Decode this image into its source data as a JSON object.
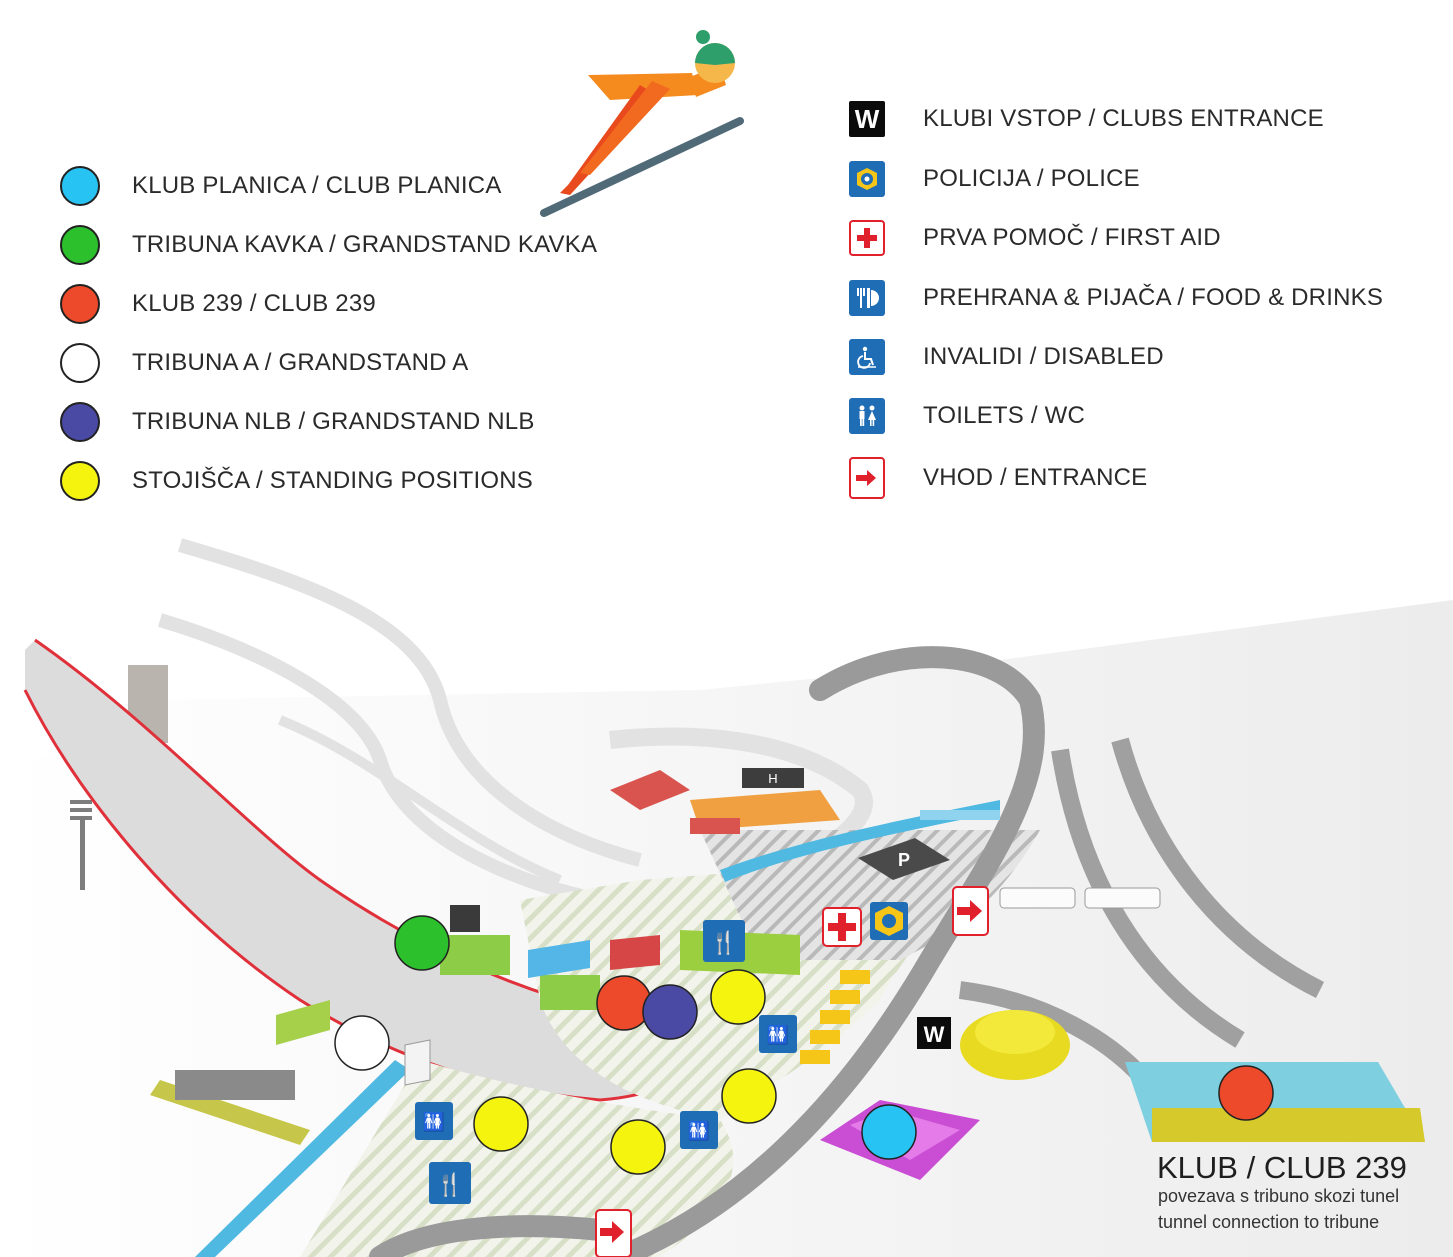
{
  "legend_left": [
    {
      "label": "KLUB PLANICA / CLUB PLANICA",
      "color": "#27c3f3"
    },
    {
      "label": "TRIBUNA KAVKA / GRANDSTAND KAVKA",
      "color": "#2cc12c"
    },
    {
      "label": "KLUB 239 / CLUB 239",
      "color": "#ec4a2a"
    },
    {
      "label": "TRIBUNA A / GRANDSTAND A",
      "color": "#ffffff"
    },
    {
      "label": "TRIBUNA NLB / GRANDSTAND NLB",
      "color": "#4a4aa5"
    },
    {
      "label": "STOJIŠČA / STANDING POSITIONS",
      "color": "#f4f40e"
    }
  ],
  "legend_right": [
    {
      "label": "KLUBI VSTOP / CLUBS ENTRANCE",
      "icon": "clubs-entrance-icon",
      "symbol": "W"
    },
    {
      "label": "POLICIJA / POLICE",
      "icon": "police-icon"
    },
    {
      "label": "PRVA POMOČ / FIRST AID",
      "icon": "first-aid-icon"
    },
    {
      "label": "PREHRANA & PIJAČA / FOOD & DRINKS",
      "icon": "food-drinks-icon"
    },
    {
      "label": "INVALIDI / DISABLED",
      "icon": "disabled-icon"
    },
    {
      "label": "TOILETS / WC",
      "icon": "toilets-icon"
    },
    {
      "label": "VHOD / ENTRANCE",
      "icon": "entrance-icon"
    }
  ],
  "map": {
    "parking_label": "P",
    "helipad_label": "H",
    "clubs_entrance_label": "W",
    "club_box": {
      "title": "KLUB / CLUB 239",
      "subtitle_sl": "povezava s tribuno skozi tunel",
      "subtitle_en": "tunnel connection to tribune"
    }
  },
  "colors": {
    "ski_blue": "#27c3f3",
    "kavka_green": "#2cc12c",
    "club_red": "#ec4a2a",
    "nlb_blue": "#4a4aa5",
    "standing_yellow": "#f4f40e",
    "sign_blue": "#1f6db5",
    "alert_red": "#e0202a"
  }
}
